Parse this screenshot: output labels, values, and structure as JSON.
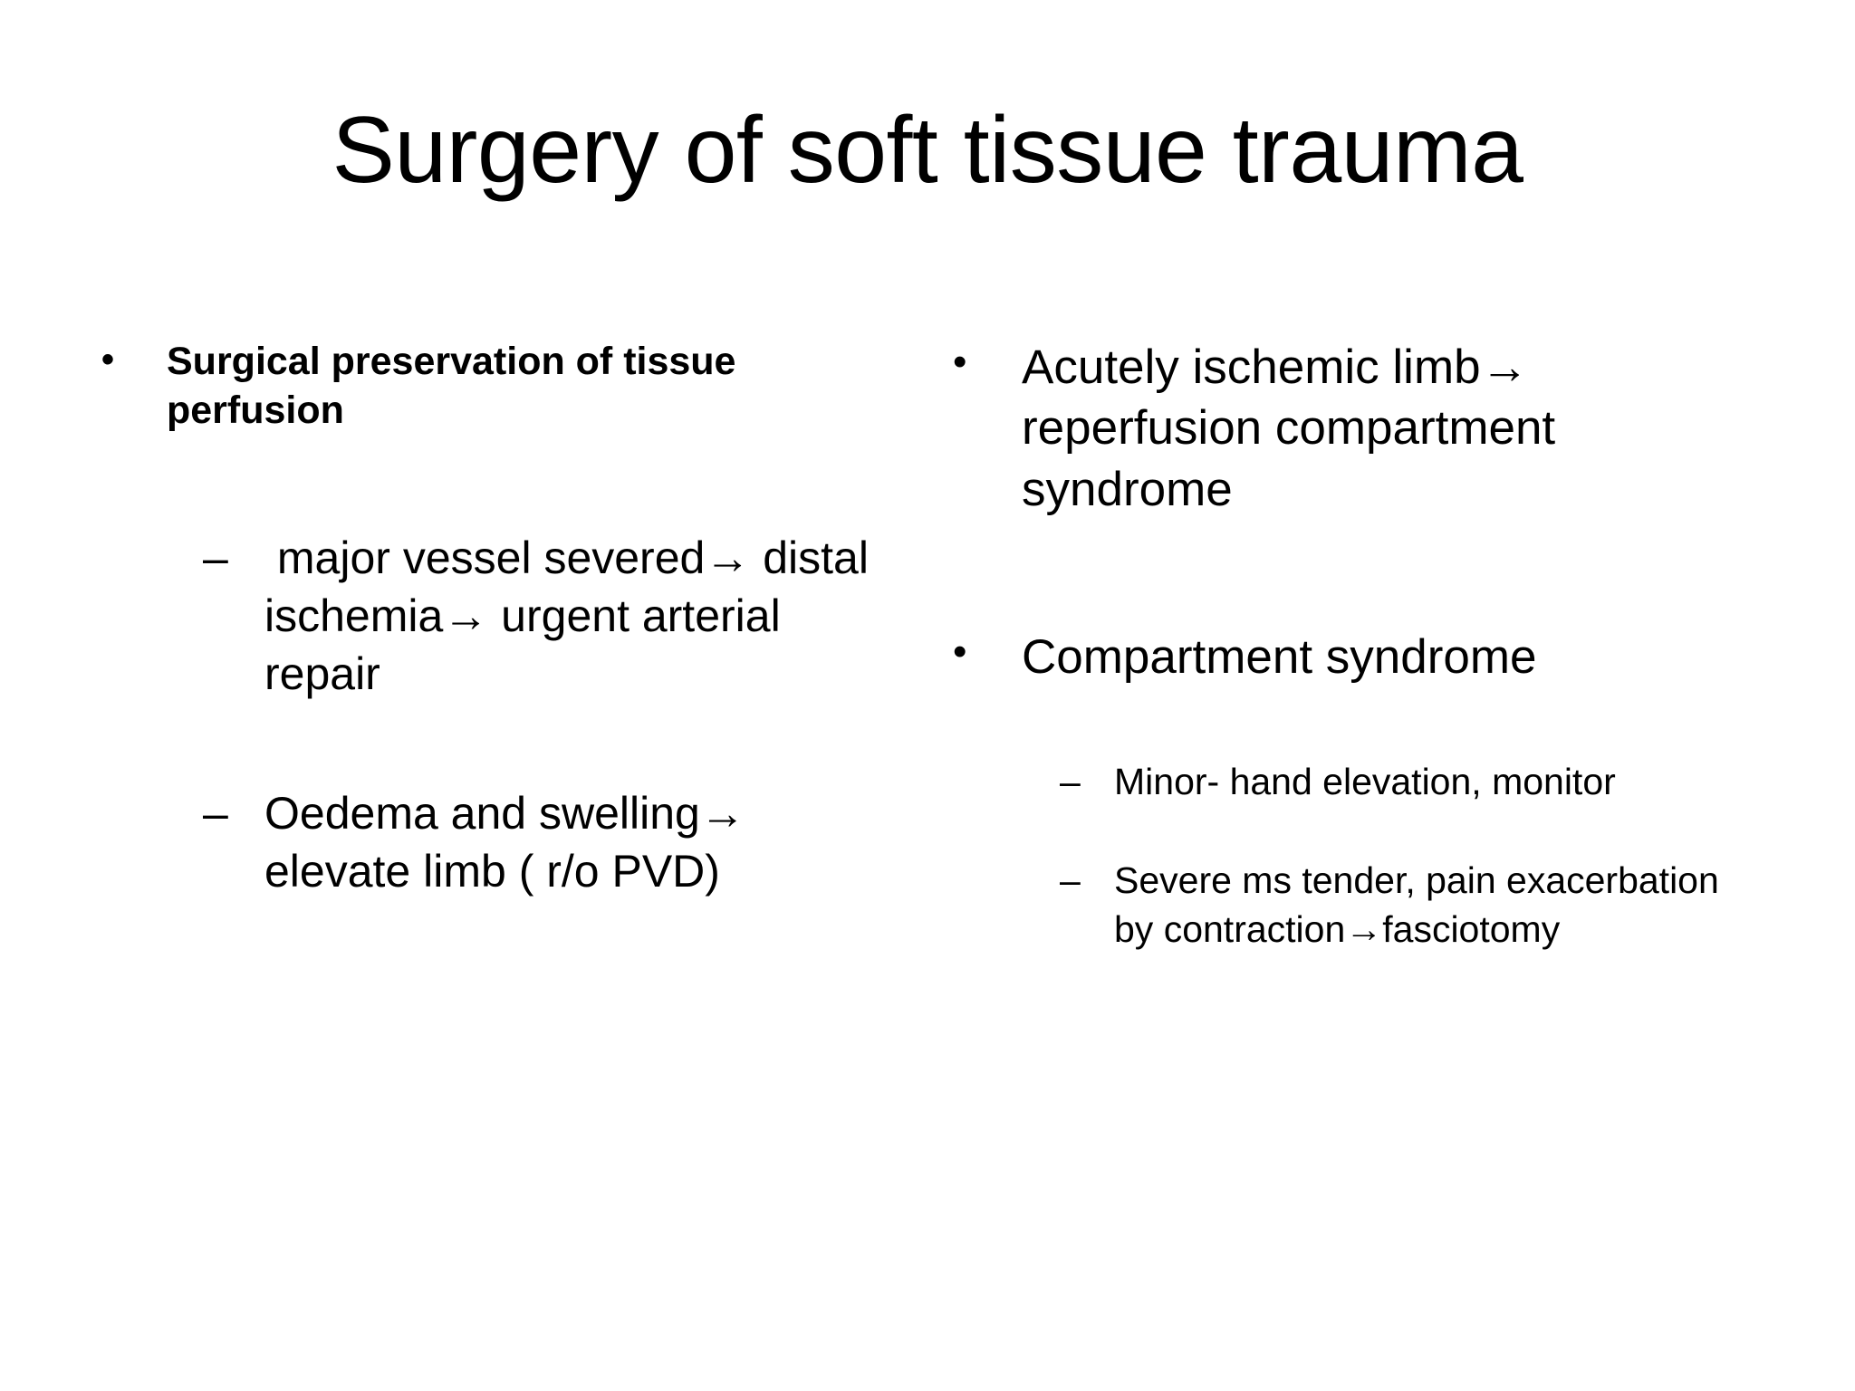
{
  "slide": {
    "title": "Surgery of soft tissue trauma",
    "background_color": "#ffffff",
    "text_color": "#000000",
    "bullet_glyph_level1": "•",
    "bullet_glyph_level2": "–",
    "arrow_glyph": "→"
  },
  "left_column": {
    "items": [
      {
        "level": 1,
        "bold": true,
        "marker": "•",
        "text": "Surgical preservation of tissue perfusion"
      },
      {
        "level": 2,
        "bold": false,
        "marker": "–",
        "text": " major vessel severed→ distal ischemia→ urgent arterial repair"
      },
      {
        "level": 2,
        "bold": false,
        "marker": "–",
        "text": "Oedema and swelling→ elevate limb ( r/o PVD)"
      }
    ]
  },
  "right_column": {
    "items": [
      {
        "level": 1,
        "bold": false,
        "marker": "•",
        "text": "Acutely ischemic limb→ reperfusion compartment syndrome"
      },
      {
        "level": 1,
        "bold": false,
        "marker": "•",
        "text": "Compartment syndrome"
      },
      {
        "level": 2,
        "bold": false,
        "marker": "–",
        "text": "Minor- hand elevation, monitor"
      },
      {
        "level": 2,
        "bold": false,
        "marker": "–",
        "text": "Severe ms tender, pain exacerbation by contraction→fasciotomy"
      }
    ]
  }
}
